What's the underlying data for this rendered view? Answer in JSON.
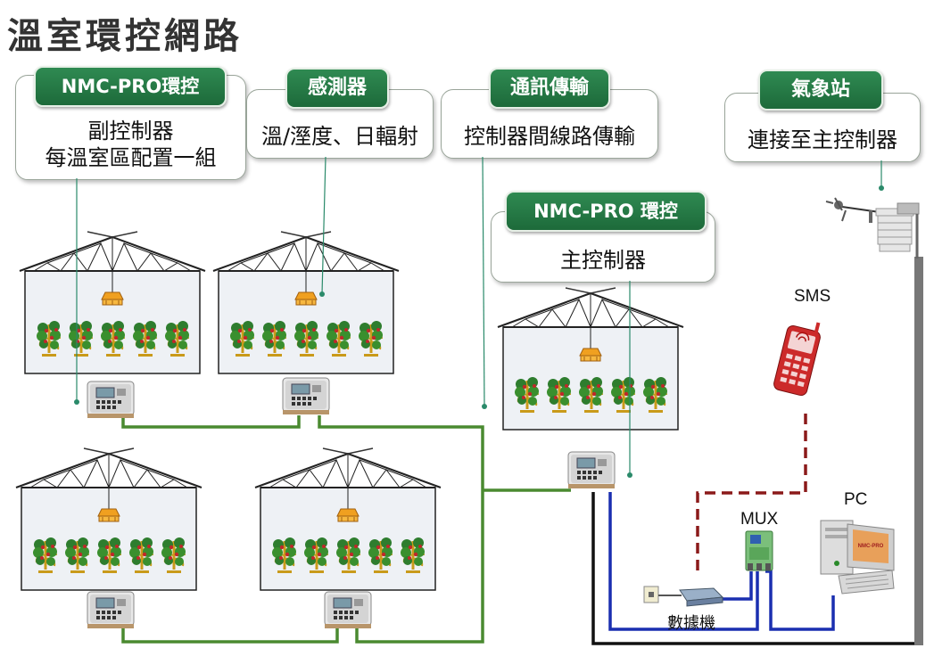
{
  "title": "溫室環控網路",
  "callouts": {
    "sub_controller": {
      "tag": "NMC-PRO環控",
      "line1": "副控制器",
      "line2": "每溫室區配置一組"
    },
    "sensor": {
      "tag": "感測器",
      "body": "溫/溼度、日輻射"
    },
    "comm": {
      "tag": "通訊傳輸",
      "body": "控制器間線路傳輸"
    },
    "main_controller": {
      "tag": "NMC-PRO 環控",
      "body": "主控制器"
    },
    "weather": {
      "tag": "氣象站",
      "body": "連接至主控制器"
    }
  },
  "labels": {
    "sms": "SMS",
    "mux": "MUX",
    "pc": "PC",
    "modem": "數據機",
    "pc_screen": "NMC-PRO"
  },
  "colors": {
    "tag_green": "#1f6e3d",
    "wire_green": "#4a8a30",
    "wire_blue": "#1a2fb0",
    "wire_black": "#111111",
    "dashed_red": "#8b1a1a"
  }
}
